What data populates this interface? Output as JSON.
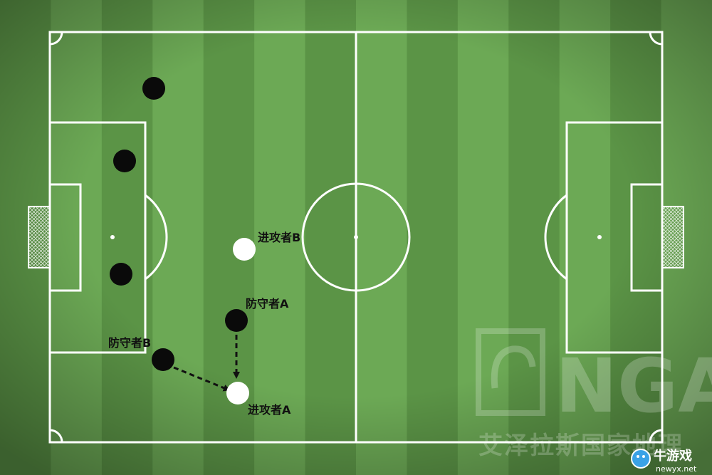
{
  "labels": {
    "attacker_b": "进攻者B",
    "defender_a": "防守者A",
    "defender_b": "防守者B",
    "attacker_a": "进攻者A"
  },
  "watermark": {
    "nga_text": "NGA",
    "nga_subtitle": "艾泽拉斯国家地理",
    "site_name": "牛游戏",
    "site_url": "newyx.net"
  },
  "colors": {
    "grass_dark": "#5b9446",
    "grass_light": "#6ca955",
    "line": "#ffffff",
    "defender": "#0a0a0a",
    "attacker": "#ffffff",
    "arrow": "#111111"
  }
}
